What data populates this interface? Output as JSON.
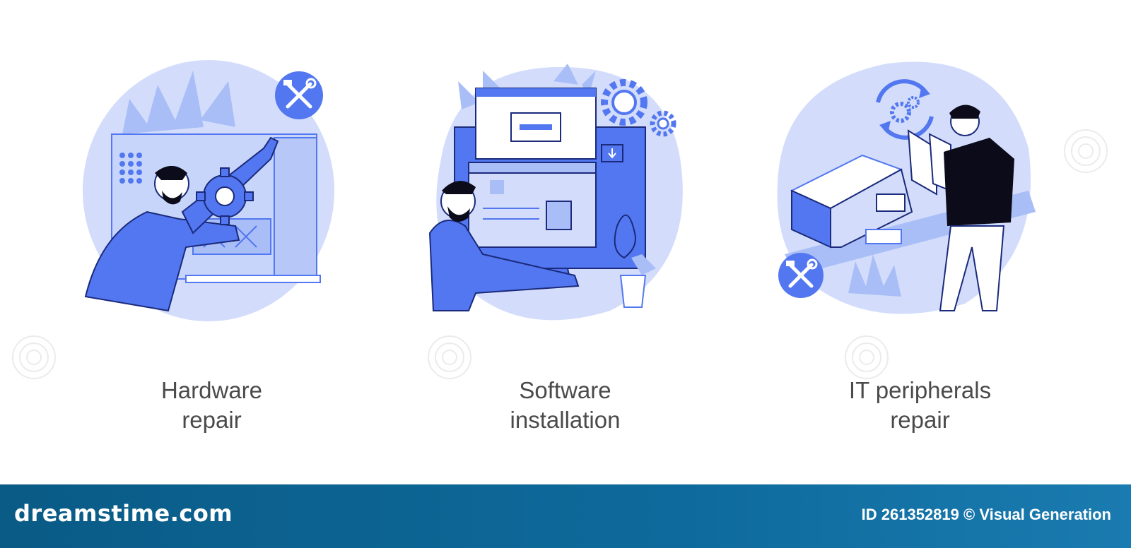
{
  "panels": [
    {
      "title_line1": "Hardware",
      "title_line2": "repair",
      "icon": "tools-icon"
    },
    {
      "title_line1": "Software",
      "title_line2": "installation",
      "icon": "gear-icon"
    },
    {
      "title_line1": "IT peripherals",
      "title_line2": "repair",
      "icon": "tools-icon"
    }
  ],
  "footer": {
    "brand": "dreamstime.com",
    "image_id": "ID 261352819",
    "copyright_symbol": "©",
    "author": "Visual Generation"
  },
  "colors": {
    "primary_blue": "#5277f0",
    "light_blue": "#a9bef7",
    "pale_blue": "#d3ddfb",
    "dark": "#0b0b1a",
    "footer": "#0e6a9c"
  }
}
